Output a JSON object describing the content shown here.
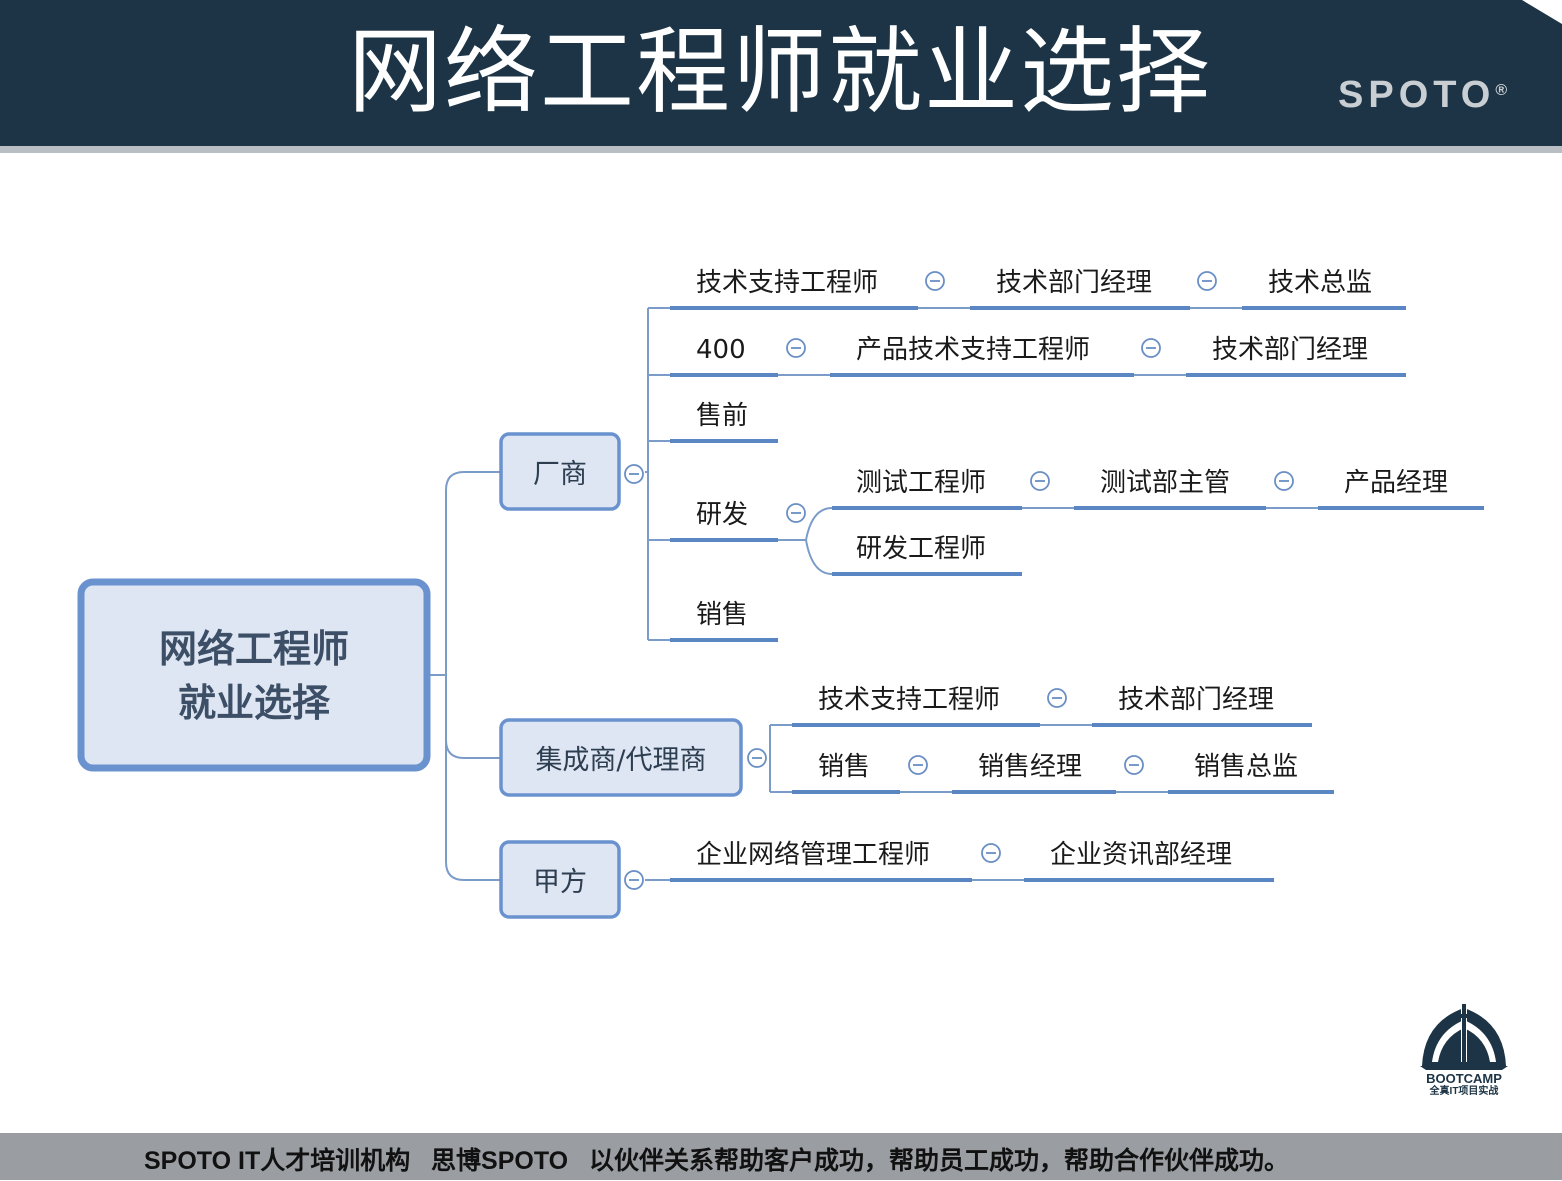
{
  "header": {
    "title": "网络工程师就业选择",
    "brand": "SPOTO",
    "brand_mark": "®"
  },
  "mindmap": {
    "root": {
      "lines": [
        "网络工程师",
        "就业选择"
      ]
    },
    "branches": [
      {
        "label": "厂商",
        "children": [
          {
            "chain": [
              "技术支持工程师",
              "技术部门经理",
              "技术总监"
            ]
          },
          {
            "chain": [
              "400",
              "产品技术支持工程师",
              "技术部门经理"
            ]
          },
          {
            "chain": [
              "售前"
            ]
          },
          {
            "label": "研发",
            "sub": [
              {
                "chain": [
                  "测试工程师",
                  "测试部主管",
                  "产品经理"
                ]
              },
              {
                "chain": [
                  "研发工程师"
                ]
              }
            ]
          },
          {
            "chain": [
              "销售"
            ]
          }
        ]
      },
      {
        "label": "集成商/代理商",
        "children": [
          {
            "chain": [
              "技术支持工程师",
              "技术部门经理"
            ]
          },
          {
            "chain": [
              "销售",
              "销售经理",
              "销售总监"
            ]
          }
        ]
      },
      {
        "label": "甲方",
        "children": [
          {
            "chain": [
              "企业网络管理工程师",
              "企业资讯部经理"
            ]
          }
        ]
      }
    ],
    "colors": {
      "line": "#7b9cc8",
      "underline": "#5b86c4",
      "box_border": "#6a92cf",
      "box_fill": "#dfe6f3",
      "collapse_icon": "#6a8fc4"
    }
  },
  "logo": {
    "icon": "bootcamp-crest-icon",
    "name": "BOOTCAMP",
    "tagline": "全真IT项目实战"
  },
  "footer": {
    "text": "SPOTO IT人才培训机构   思博SPOTO   以伙伴关系帮助客户成功，帮助员工成功，帮助合作伙伴成功。"
  }
}
